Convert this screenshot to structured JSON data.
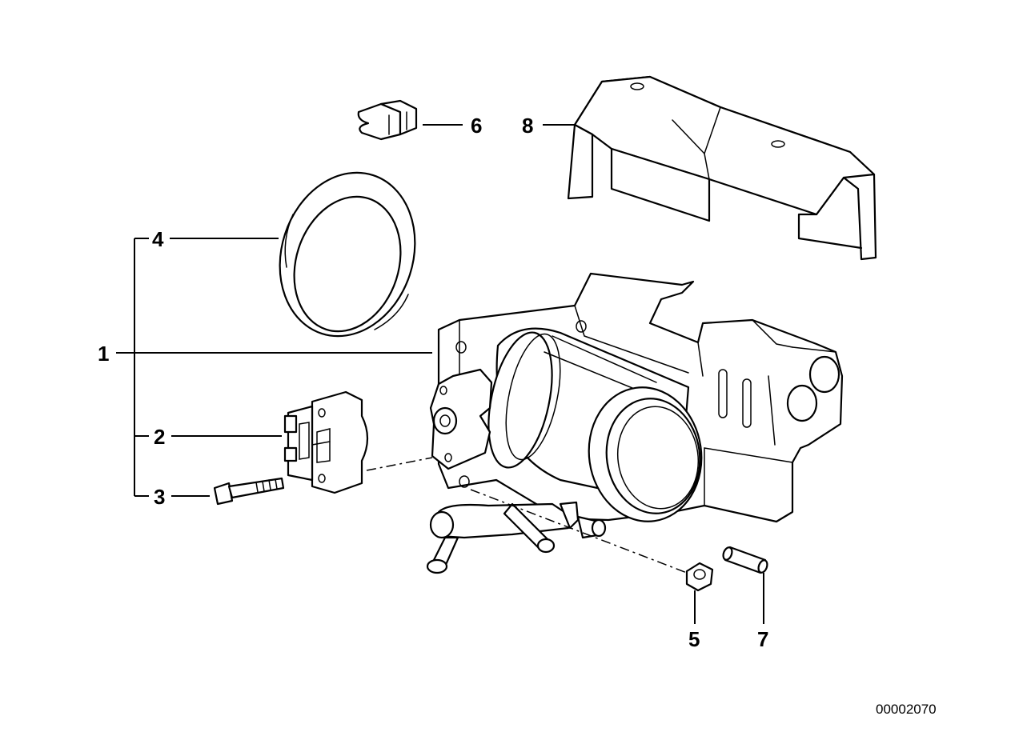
{
  "callouts": {
    "c1": "1",
    "c2": "2",
    "c3": "3",
    "c4": "4",
    "c5": "5",
    "c6": "6",
    "c7": "7",
    "c8": "8"
  },
  "reference_number": "00002070"
}
